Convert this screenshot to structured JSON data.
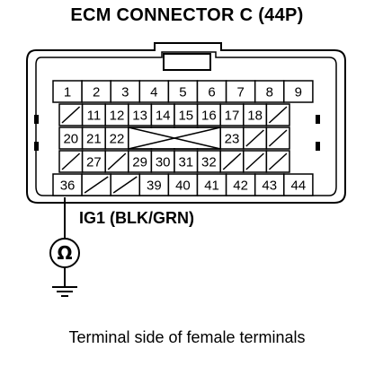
{
  "title": "ECM CONNECTOR C (44P)",
  "wire_label": "IG1 (BLK/GRN)",
  "caption": "Terminal side of female terminals",
  "symbol": "Ω",
  "rows": [
    [
      "1",
      "2",
      "3",
      "4",
      "5",
      "6",
      "7",
      "8",
      "9"
    ],
    [
      "",
      "11",
      "12",
      "13",
      "14",
      "15",
      "16",
      "17",
      "18",
      ""
    ],
    [
      "20",
      "21",
      "22",
      "",
      "",
      "",
      "",
      "23",
      "",
      ""
    ],
    [
      "",
      "27",
      "",
      "29",
      "30",
      "31",
      "32",
      "",
      "",
      ""
    ],
    [
      "36",
      "",
      "",
      "39",
      "40",
      "41",
      "42",
      "43",
      "44"
    ]
  ]
}
